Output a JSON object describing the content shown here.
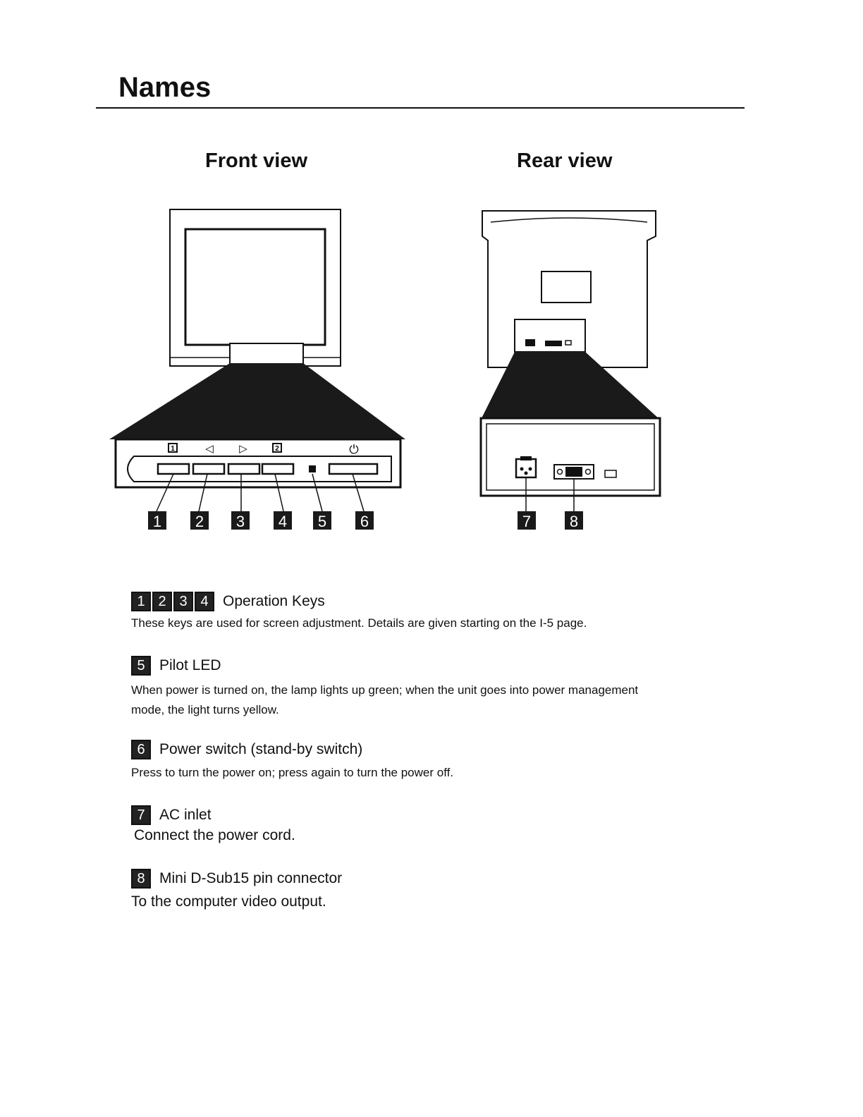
{
  "page": {
    "title": "Names"
  },
  "views": {
    "front": {
      "heading": "Front view",
      "panel_symbols": [
        "1",
        "◁",
        "▷",
        "2",
        "⏻"
      ],
      "callouts": [
        "1",
        "2",
        "3",
        "4",
        "5",
        "6"
      ]
    },
    "rear": {
      "heading": "Rear view",
      "callouts": [
        "7",
        "8"
      ]
    }
  },
  "descriptions": [
    {
      "numbers": [
        "1",
        "2",
        "3",
        "4"
      ],
      "title": "Operation Keys",
      "body": "These keys are used for screen adjustment. Details are given starting on the I-5 page."
    },
    {
      "numbers": [
        "5"
      ],
      "title": "Pilot LED",
      "body": "When power is turned on, the lamp lights up green; when the unit goes into power management mode, the light turns yellow."
    },
    {
      "numbers": [
        "6"
      ],
      "title": "Power switch (stand-by switch)",
      "body": "Press to turn the power on; press again to turn the power off."
    },
    {
      "numbers": [
        "7"
      ],
      "title": "AC inlet",
      "body": "Connect the power cord."
    },
    {
      "numbers": [
        "8"
      ],
      "title": "Mini D-Sub15 pin connector",
      "body": "To the computer video output."
    }
  ]
}
